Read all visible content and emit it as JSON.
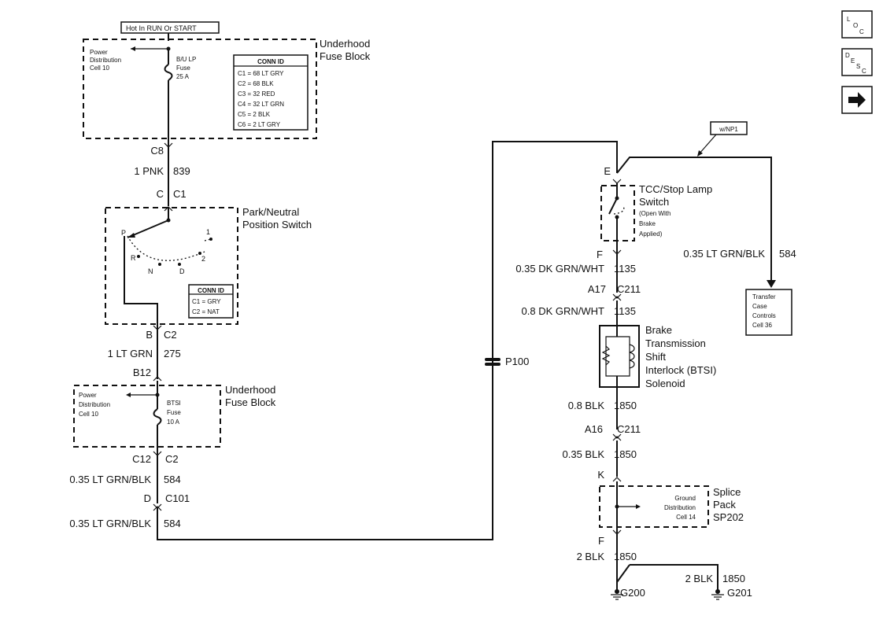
{
  "nav_buttons": {
    "loc": [
      "L",
      "O",
      "C"
    ],
    "desc": [
      "D",
      "E",
      "S",
      "C"
    ],
    "next_icon": "right-arrow-icon"
  },
  "left": {
    "hot_label": "Hot In RUN Or START",
    "fuse_block_top": {
      "title": [
        "Underhood",
        "Fuse Block"
      ],
      "power_dist": [
        "Power",
        "Distribution",
        "Cell 10"
      ],
      "fuse": [
        "B/U LP",
        "Fuse",
        "25 A"
      ],
      "conn_id_title": "CONN ID",
      "conn_id": [
        "C1 = 68 LT GRY",
        "C2 = 68 BLK",
        "C3 = 32 RED",
        "C4 = 32 LT GRN",
        "C5 = 2 BLK",
        "C6 = 2 LT GRY"
      ]
    },
    "c8": "C8",
    "wire1": {
      "size_color": "1 PNK",
      "circuit": "839"
    },
    "conn_c": "C",
    "conn_c1": "C1",
    "pn_switch": {
      "title": [
        "Park/Neutral",
        "Position Switch"
      ],
      "positions": {
        "p": "P",
        "r": "R",
        "n": "N",
        "d": "D",
        "two": "2",
        "one": "1"
      },
      "conn_id_title": "CONN ID",
      "conn_id": [
        "C1 = GRY",
        "C2 = NAT"
      ]
    },
    "conn_b": "B",
    "conn_c2": "C2",
    "wire2": {
      "size_color": "1 LT GRN",
      "circuit": "275"
    },
    "b12": "B12",
    "fuse_block_bottom": {
      "title": [
        "Underhood",
        "Fuse Block"
      ],
      "power_dist": [
        "Power",
        "Distribution",
        "Cell 10"
      ],
      "fuse": [
        "BTSI",
        "Fuse",
        "10 A"
      ]
    },
    "c12": "C12",
    "c2b": "C2",
    "wire3": {
      "size_color": "0.35 LT GRN/BLK",
      "circuit": "584"
    },
    "conn_d": "D",
    "c101": "C101",
    "wire4": {
      "size_color": "0.35 LT GRN/BLK",
      "circuit": "584"
    }
  },
  "p100": "P100",
  "right": {
    "wnp1": "w/NP1",
    "conn_e": "E",
    "tcc_switch": {
      "title": [
        "TCC/Stop Lamp",
        "Switch"
      ],
      "note": [
        "(Open With",
        "Brake",
        "Applied)"
      ]
    },
    "conn_f": "F",
    "wire_lt": {
      "size_color": "0.35 LT GRN/BLK",
      "circuit": "584"
    },
    "transfer_case": [
      "Transfer",
      "Case",
      "Controls",
      "Cell 36"
    ],
    "wire_a": {
      "size_color": "0.35 DK GRN/WHT",
      "circuit": "1135"
    },
    "a17": "A17",
    "c211": "C211",
    "wire_b": {
      "size_color": "0.8 DK GRN/WHT",
      "circuit": "1135"
    },
    "btsi": [
      "Brake",
      "Transmission",
      "Shift",
      "Interlock (BTSI)",
      "Solenoid"
    ],
    "wire_c": {
      "size_color": "0.8 BLK",
      "circuit": "1850"
    },
    "a16": "A16",
    "c211b": "C211",
    "wire_d": {
      "size_color": "0.35 BLK",
      "circuit": "1850"
    },
    "conn_k": "K",
    "splice": {
      "title": [
        "Splice",
        "Pack",
        "SP202"
      ],
      "ground_dist": [
        "Ground",
        "Distribution",
        "Cell 14"
      ]
    },
    "conn_f2": "F",
    "wire_e": {
      "size_color": "2 BLK",
      "circuit": "1850"
    },
    "wire_f": {
      "size_color": "2 BLK",
      "circuit": "1850"
    },
    "g200": "G200",
    "g201": "G201"
  }
}
